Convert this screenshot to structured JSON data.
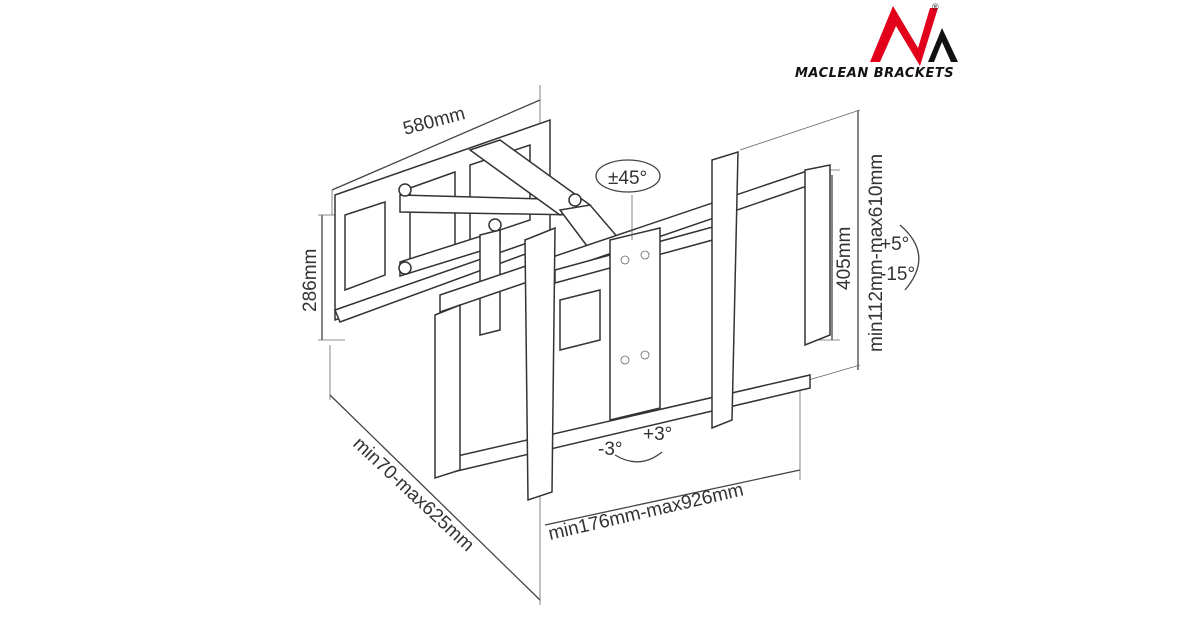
{
  "logo": {
    "brand": "MACLEAN BRACKETS",
    "registered": "®",
    "colors": {
      "red": "#e3001b",
      "black": "#111111"
    }
  },
  "dimensions": {
    "width_wall_plate": "580mm",
    "height_wall_plate": "286mm",
    "height_tv_rails": "405mm",
    "vertical_spacing": "min112mm-max610mm",
    "horizontal_spacing": "min176mm-max926mm",
    "wall_distance": "min70-max625mm"
  },
  "angles": {
    "swivel": "±45°",
    "tilt_up": "+5°",
    "tilt_down": "-15°",
    "level_minus": "-3°",
    "level_plus": "+3°"
  }
}
